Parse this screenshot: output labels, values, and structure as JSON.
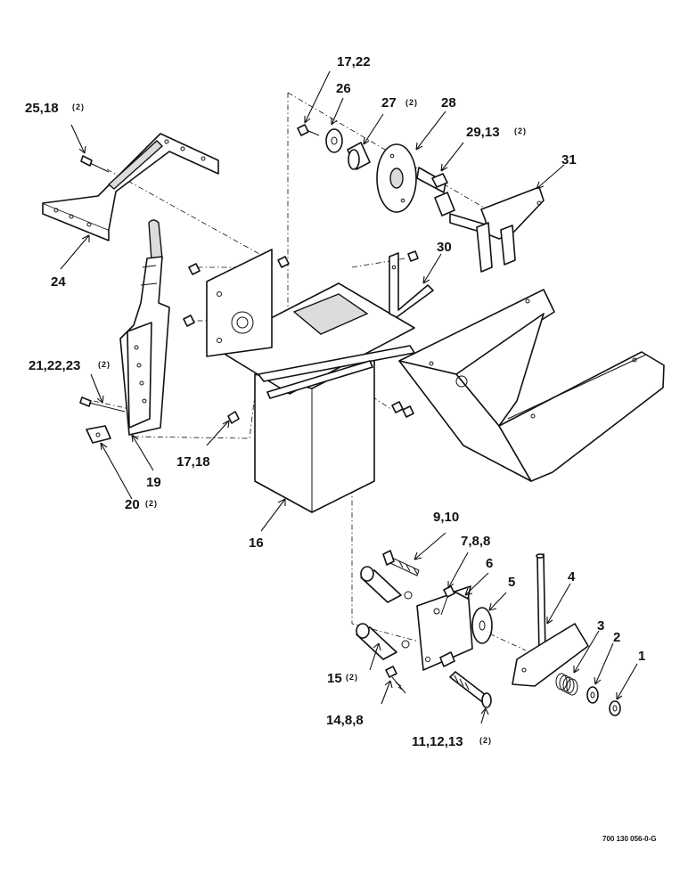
{
  "labels": {
    "l1": "1",
    "l2": "2",
    "l3": "3",
    "l4": "4",
    "l5": "5",
    "l6": "6",
    "l7": "7,8,8",
    "l9": "9,10",
    "l11": "11,12,13",
    "l11q": "(2)",
    "l14": "14,8,8",
    "l15": "15",
    "l15q": "(2)",
    "l16": "16",
    "l17a": "17,22",
    "l17b": "17,18",
    "l19": "19",
    "l20": "20",
    "l20q": "(2)",
    "l21": "21,22,23",
    "l21q": "(2)",
    "l24": "24",
    "l25": "25,18",
    "l25q": "(2)",
    "l26": "26",
    "l27": "27",
    "l27q": "(2)",
    "l28": "28",
    "l29": "29,13",
    "l29q": "(2)",
    "l30": "30",
    "l31": "31"
  },
  "document_id": "700 130 056-0-G"
}
